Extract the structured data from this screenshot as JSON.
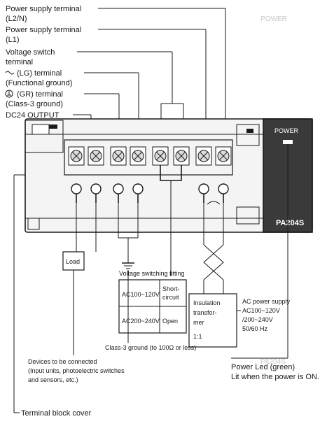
{
  "model": "PA204S",
  "power_indicator_label": "POWER",
  "left_callouts": [
    "Power supply terminal",
    "(L2/N)",
    "Power supply terminal",
    "(L1)",
    "Voltage switch",
    "terminal",
    "(LG) terminal",
    "(Functional ground)",
    "(GR) terminal",
    "(Class-3 ground)",
    "DC24 OUTPUT"
  ],
  "bottom_callouts": [
    "Terminal block cover"
  ],
  "right_callouts": [
    "Power Led (green)",
    "Lit when the power is ON.",
    "AC power supply",
    "AC100~120V",
    "/200~240V",
    "50/60 Hz",
    "Voltage switching fitting",
    "Class-3 ground (to 100Ω or less)",
    "Devices to be connected",
    "(Input units, photoelectric switches",
    "and sensors, etc.)"
  ],
  "transformer": {
    "line1": "Insulation",
    "line2": "transfor-",
    "line3": "mer",
    "ratio": "1:1"
  },
  "load_label": "Load",
  "voltage_table": [
    [
      "AC100~120V",
      "Short-",
      "circuit"
    ],
    [
      "AC200~240V",
      "Open",
      ""
    ]
  ]
}
